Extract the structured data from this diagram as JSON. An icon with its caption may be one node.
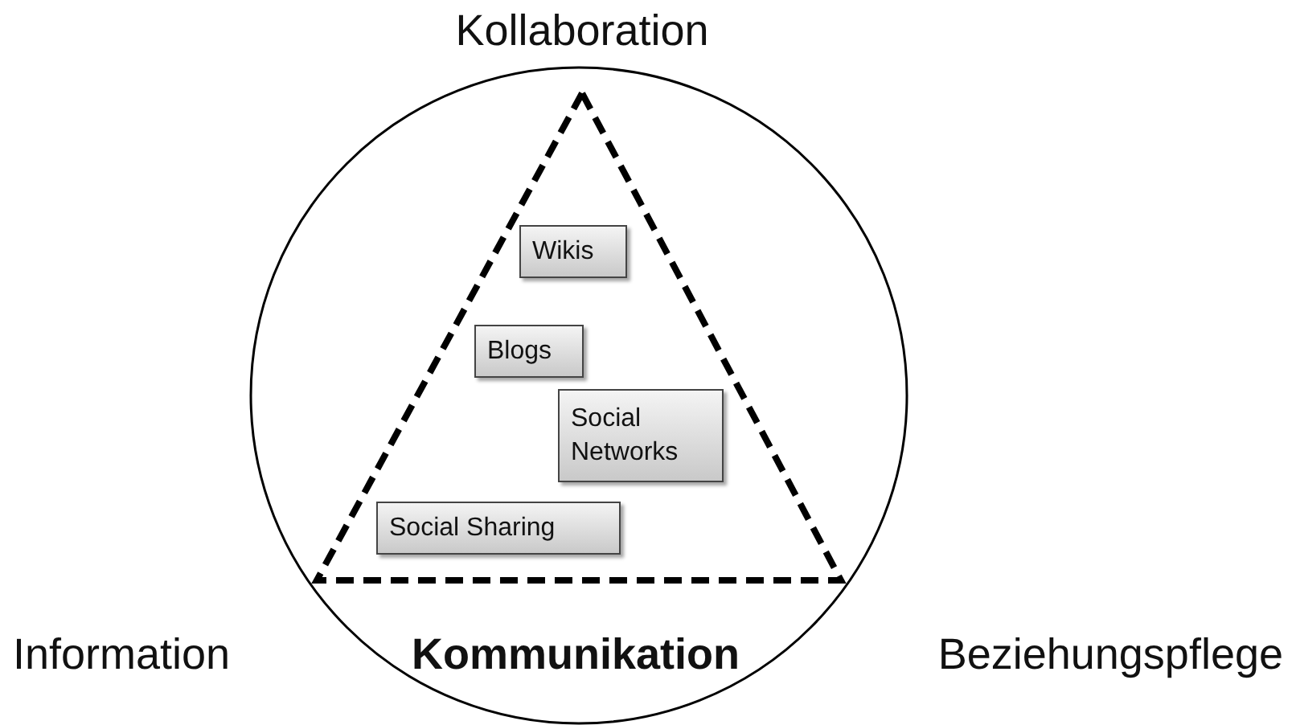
{
  "diagram": {
    "nodes": [
      {
        "text": [
          "Wikis"
        ]
      },
      {
        "text": [
          "Blogs"
        ]
      },
      {
        "text": [
          "Social Networks"
        ]
      },
      {
        "text": [
          "Social Sharing"
        ]
      }
    ],
    "labels": [
      "Kollaboration",
      "Information",
      "Kommunikation",
      "Beziehungspflege"
    ]
  }
}
